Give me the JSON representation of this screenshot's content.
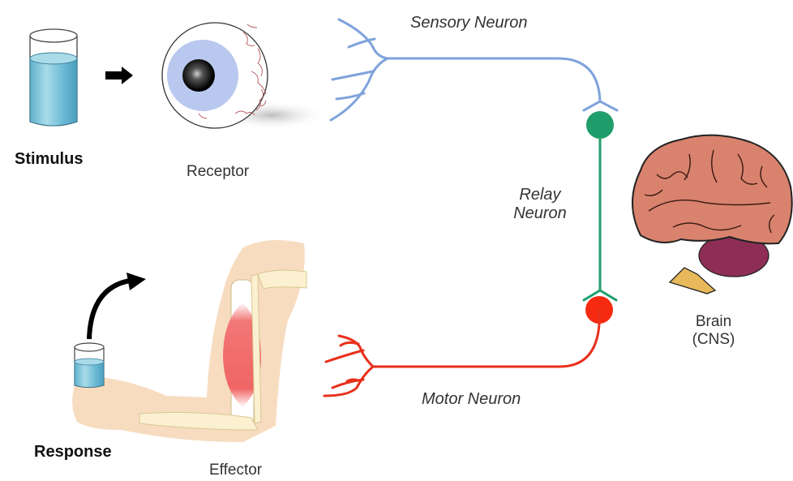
{
  "labels": {
    "stimulus": "Stimulus",
    "receptor": "Receptor",
    "sensory_neuron": "Sensory Neuron",
    "relay_neuron_line1": "Relay",
    "relay_neuron_line2": "Neuron",
    "brain_line1": "Brain",
    "brain_line2": "(CNS)",
    "motor_neuron": "Motor Neuron",
    "response": "Response",
    "effector": "Effector"
  },
  "colors": {
    "sensory_neuron": "#7fa3dc",
    "relay_neuron": "#1f9e6b",
    "motor_neuron": "#e8301c",
    "water": "#7cc4db",
    "iris": "#b8c7ec",
    "muscle": "#f06a6a",
    "skin": "#f7dcc0",
    "bone": "#fbf0d0",
    "brain": "#d9826e",
    "cerebellum": "#8e2e55",
    "brainstem": "#e8b95a"
  },
  "icons": {
    "glass": "glass-of-water-icon",
    "arrow": "right-arrow-icon",
    "eye": "eyeball-icon",
    "brain": "brain-icon",
    "arm": "arm-muscle-icon",
    "curved_arrow": "curved-arrow-icon"
  }
}
